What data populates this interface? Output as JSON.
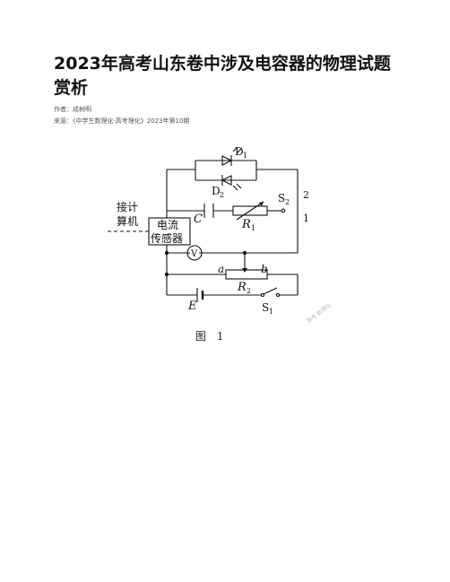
{
  "article": {
    "title": "2023年高考山东卷中涉及电容器的物理试题赏析",
    "author": "作者：成树明",
    "source": "来源：《中学生数理化·高考理化》2023年第10期"
  },
  "figure": {
    "caption": "图 1",
    "labels": {
      "d1": "D",
      "d1_sub": "1",
      "d2": "D",
      "d2_sub": "2",
      "s2": "S",
      "s2_sub": "2",
      "pos2": "2",
      "pos1": "1",
      "computer_line1": "接计",
      "computer_line2": "算机",
      "sensor_line1": "电流",
      "sensor_line2": "传感器",
      "c": "C",
      "r1": "R",
      "r1_sub": "1",
      "v": "V",
      "a": "a",
      "b": "b",
      "r2": "R",
      "r2_sub": "2",
      "e": "E",
      "s1": "S",
      "s1_sub": "1"
    }
  },
  "watermark": "高考·数理化"
}
